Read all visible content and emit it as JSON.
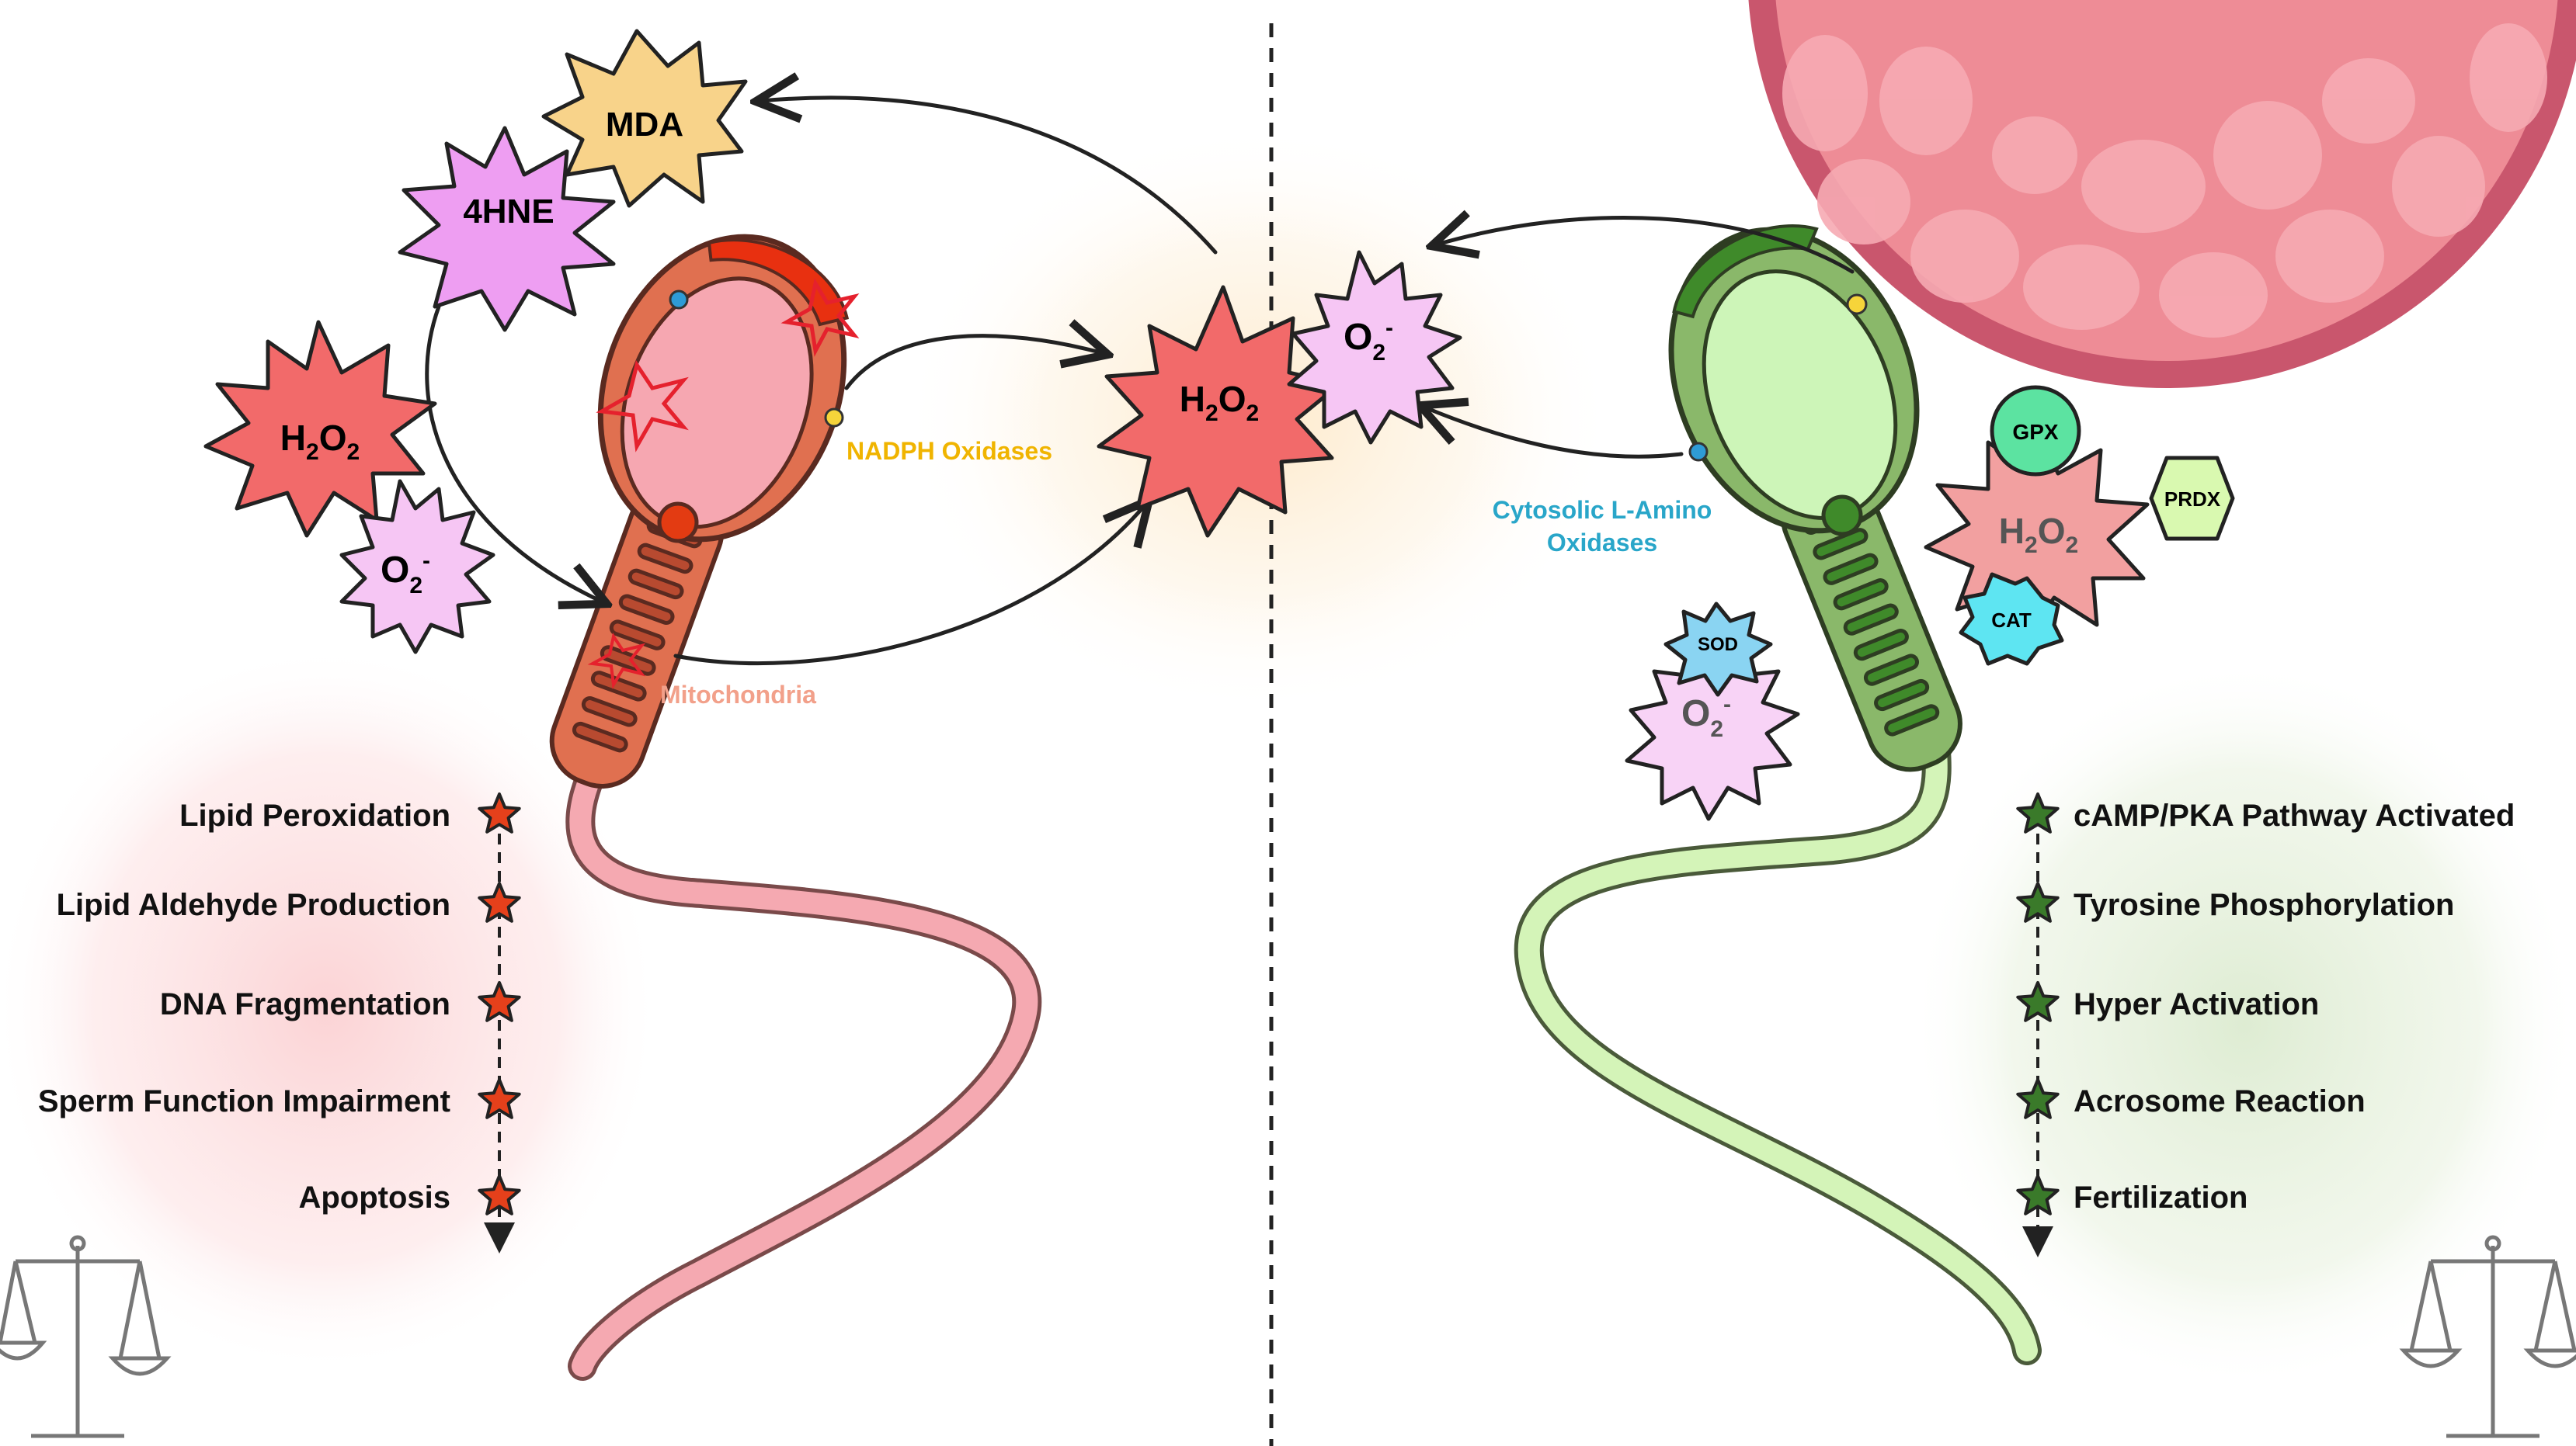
{
  "molecules": {
    "mda": "MDA",
    "hne": "4HNE",
    "h2o2_main": "H",
    "o2_main": "O",
    "sub2": "2",
    "minus": "-"
  },
  "labels": {
    "nadph": "NADPH Oxidases",
    "mitochondria": "Mitochondria",
    "laao_line1": "Cytosolic L-Amino",
    "laao_line2": "Oxidases"
  },
  "enzymes": {
    "gpx": "GPX",
    "prdx": "PRDX",
    "cat": "CAT",
    "sod": "SOD"
  },
  "left_list": [
    "Lipid Peroxidation",
    "Lipid Aldehyde Production",
    "DNA Fragmentation",
    "Sperm Function Impairment",
    "Apoptosis"
  ],
  "right_list": [
    "cAMP/PKA Pathway Activated",
    "Tyrosine Phosphorylation",
    "Hyper Activation",
    "Acrosome Reaction",
    "Fertilization"
  ],
  "icons": {
    "left_scale": "balance-scale-icon",
    "right_scale": "balance-scale-icon"
  },
  "colors": {
    "harmful_red": "#f26a6a",
    "beneficial_green": "#8fbf6a",
    "o2_pink": "#f6c6f4",
    "mda_orange": "#f8d38a",
    "hne_purple": "#ee9ef2",
    "nadph_text": "#f0b400",
    "mito_text": "#f2a08a",
    "laao_text": "#29a6c9"
  }
}
